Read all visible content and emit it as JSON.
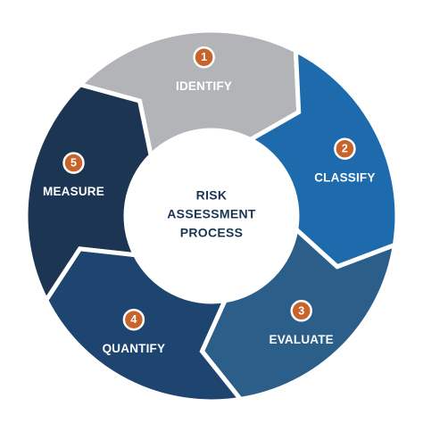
{
  "diagram": {
    "center_lines": [
      "RISK",
      "ASSESSMENT",
      "PROCESS"
    ],
    "badge_color": "#c8632b",
    "steps": [
      {
        "number": "1",
        "label": "IDENTIFY",
        "color": "#b2b4b7"
      },
      {
        "number": "2",
        "label": "CLASSIFY",
        "color": "#1d6aad"
      },
      {
        "number": "3",
        "label": "EVALUATE",
        "color": "#2c5e8a"
      },
      {
        "number": "4",
        "label": "QUANTIFY",
        "color": "#1e4470"
      },
      {
        "number": "5",
        "label": "MEASURE",
        "color": "#1b3553"
      }
    ]
  }
}
